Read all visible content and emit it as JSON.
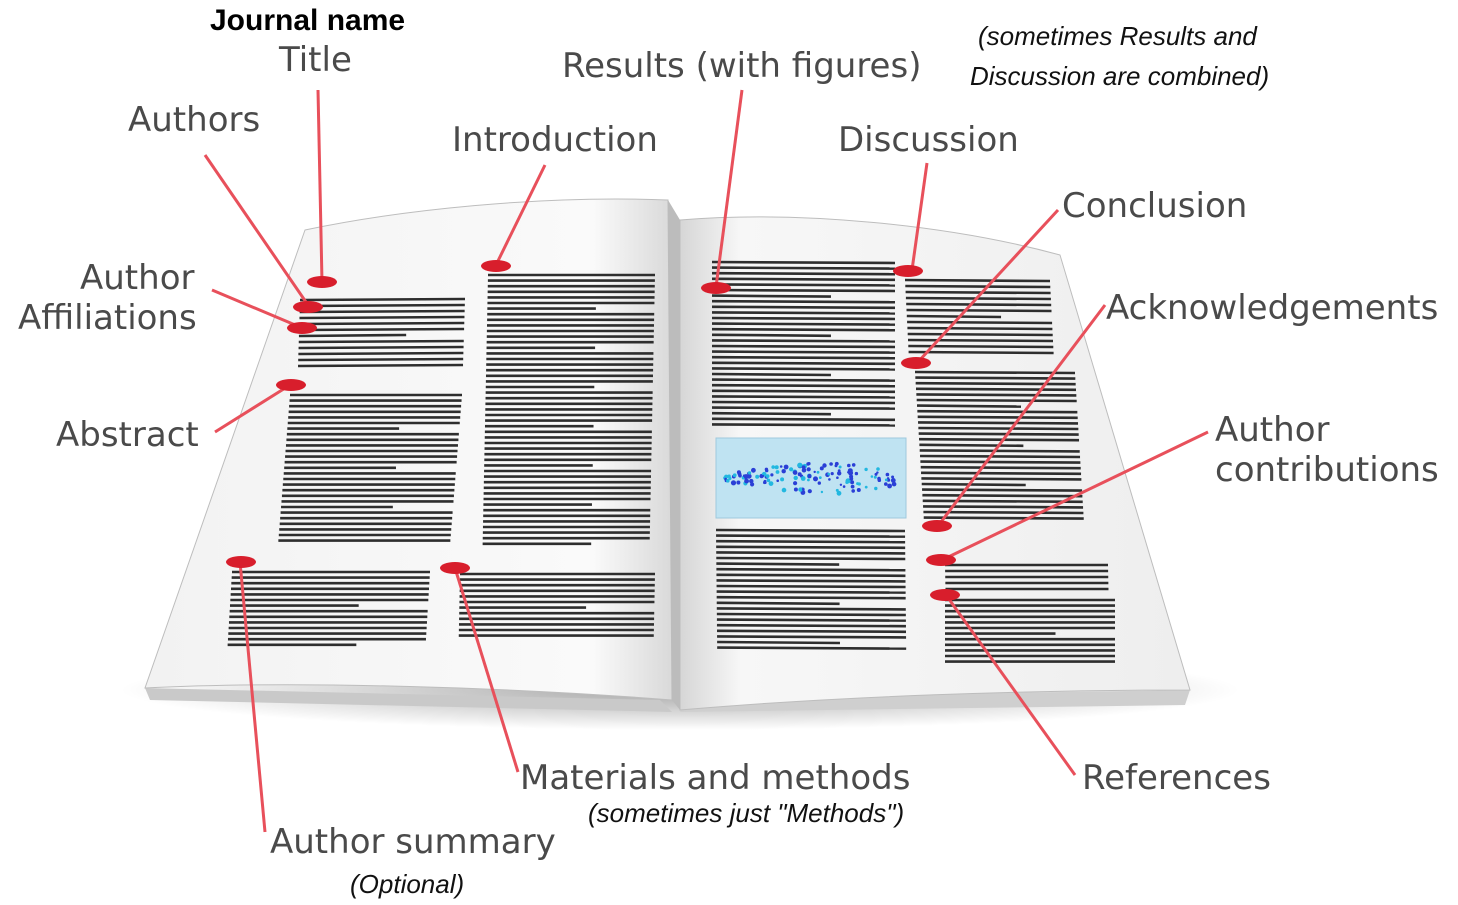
{
  "journal_name": "Journal name",
  "labels": {
    "title": "Title",
    "authors": "Authors",
    "author_affiliations_line1": "Author",
    "author_affiliations_line2": "Affiliations",
    "abstract": "Abstract",
    "introduction": "Introduction",
    "results": "Results (with figures)",
    "discussion": "Discussion",
    "conclusion": "Conclusion",
    "acknowledgements": "Acknowledgements",
    "author_contributions_line1": "Author",
    "author_contributions_line2": "contributions",
    "references": "References",
    "materials_methods": "Materials and methods",
    "author_summary": "Author summary"
  },
  "notes": {
    "results_discussion_line1": "(sometimes Results and",
    "results_discussion_line2": "Discussion are combined)",
    "methods": "(sometimes just \"Methods\")",
    "optional": "(Optional)"
  },
  "colors": {
    "pointer_line": "#e8505b",
    "marker": "#d81e2c",
    "text_line": "#2e2e2e",
    "figure_bg": "#bfe3f2",
    "figure_dots": "#2a3fd6"
  }
}
